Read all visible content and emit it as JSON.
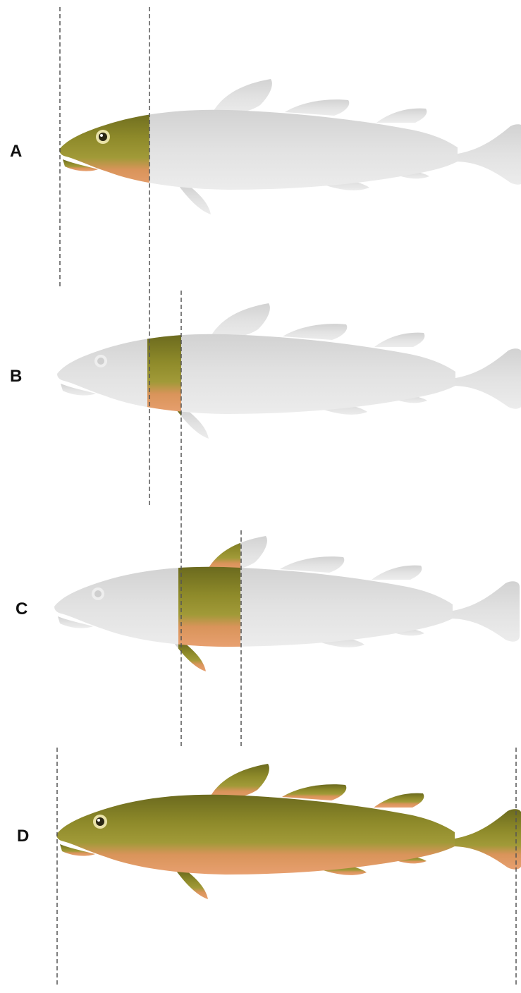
{
  "panels": [
    {
      "label": "A",
      "section": "head"
    },
    {
      "label": "B",
      "section": "collar"
    },
    {
      "label": "C",
      "section": "mid-body"
    },
    {
      "label": "D",
      "section": "whole fish"
    }
  ],
  "colors": {
    "faded_fish": "#dcdcdc",
    "faded_fish_dark": "#c4c4c4",
    "fish_body": "#8e8a2a",
    "fish_back": "#6b6a1e",
    "fish_belly": "#e0905a",
    "fish_fin": "#c98a3a",
    "spots": "#4e4a16",
    "guide_line": "#555555"
  }
}
